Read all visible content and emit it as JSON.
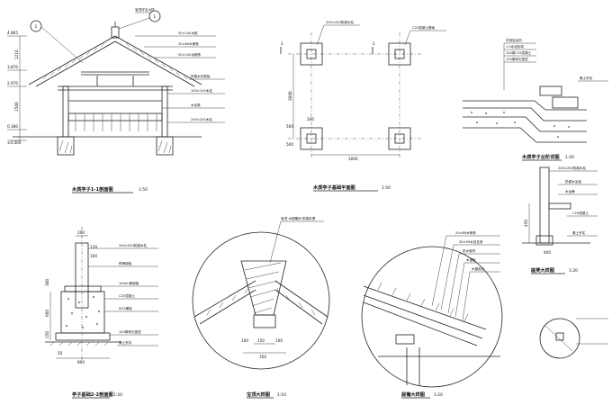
{
  "titles": {
    "elevation": "木质亭子1-1剖面图",
    "elevation_scale": "1:50",
    "foundation_plan": "木质亭子基础平面图",
    "foundation_plan_scale": "1:50",
    "step_detail": "木质亭子台阶详图",
    "step_detail_scale": "1:20",
    "column_section": "亭子基础2-2剖面图",
    "column_section_scale": "1:20",
    "ridge_detail": "宝顶大样图",
    "ridge_detail_scale": "1:10",
    "eave_detail": "屋檐大样图",
    "eave_detail_scale": "1:20",
    "seat_detail": "座凳大样图",
    "seat_detail_scale": "1:20"
  },
  "callouts": {
    "c1": "1",
    "c2": "2",
    "sec": "2"
  },
  "elevation": {
    "levels": [
      "4.865",
      "3.870",
      "2.970",
      "0.380",
      "±0.000"
    ],
    "dims": [
      "1210",
      "1500"
    ],
    "notes": [
      "宝顶详见大样",
      "50×100木梁",
      "20×80木椽条",
      "50×100木檩条",
      "防腐木封檐板",
      "100×100木柱",
      "木坐凳",
      "200×200木柱"
    ]
  },
  "foundation_plan": {
    "dims": [
      "3000",
      "3000",
      "200",
      "500",
      "500"
    ],
    "notes": [
      "200×200防腐木柱",
      "C20混凝土基础"
    ]
  },
  "step_detail": {
    "notes": [
      "花岗岩台阶",
      "1:3水泥砂浆",
      "100厚C15混凝土",
      "150厚碎石垫层",
      "素土夯实"
    ]
  },
  "column_section": {
    "dims": [
      "200",
      "120",
      "100",
      "600",
      "300",
      "150",
      "800",
      "50"
    ],
    "notes": [
      "200×200防腐木柱",
      "预埋钢板",
      "10mm厚钢板",
      "C20混凝土",
      "M12螺栓",
      "150厚碎石垫层",
      "素土夯实"
    ]
  },
  "ridge_detail": {
    "dims": [
      "100",
      "150",
      "100",
      "350"
    ],
    "notes": [
      "宝顶 木制雕刻 防腐处理"
    ]
  },
  "eave_detail": {
    "notes": [
      "20×80木椽条",
      "30×50木挂瓦条",
      "防水卷材",
      "木望板",
      "木屋面瓦"
    ]
  },
  "seat_detail": {
    "dims": [
      "450",
      "400"
    ],
    "notes": [
      "200×200防腐木柱",
      "防腐木坐板",
      "木龙骨",
      "C20混凝土",
      "素土夯实"
    ]
  }
}
